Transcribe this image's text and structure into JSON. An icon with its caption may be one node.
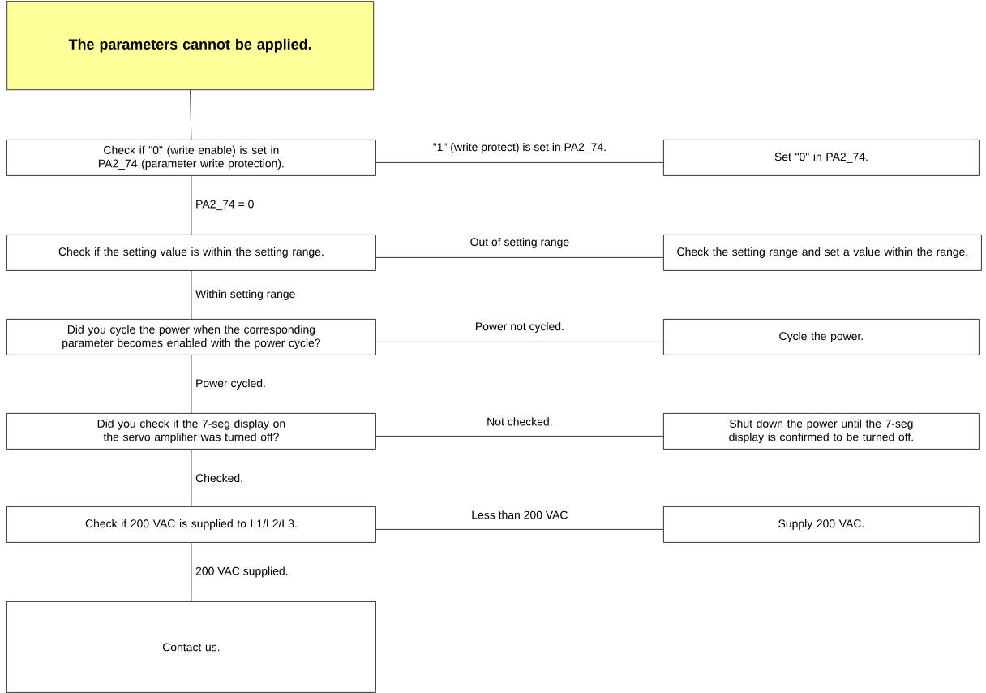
{
  "diagram": {
    "nodes": [
      {
        "text": [
          "The parameters cannot be applied."
        ]
      },
      {
        "text": [
          "Check if \"0\" (write enable) is set in PA2_74 (parameter write protection)."
        ]
      },
      {
        "text": [
          "Set \"0\" in PA2_74."
        ]
      },
      {
        "text": [
          "Check if the setting value is within the setting range."
        ]
      },
      {
        "text": [
          "Check the setting range and set a value within the range."
        ]
      },
      {
        "text": [
          "Did you cycle the power when the corresponding parameter becomes enabled with the power cycle?"
        ]
      },
      {
        "text": [
          "Cycle the power."
        ]
      },
      {
        "text": [
          "Did you check if the 7-seg display on the servo amplifier was turned off?"
        ]
      },
      {
        "text": [
          "Shut down the power until the 7-seg display is confirmed to be turned off."
        ]
      },
      {
        "text": [
          "Check if 200 VAC is supplied to L1/L2/L3."
        ]
      },
      {
        "text": [
          "Supply 200 VAC."
        ]
      },
      {
        "text": [
          "Contact us."
        ]
      }
    ],
    "edges": [
      {
        "from": 0,
        "to": 1,
        "arrow": "none"
      },
      {
        "from": 1,
        "to": 2,
        "arrow": "none",
        "label": "\"1\" (write protect) is set in PA2_74."
      },
      {
        "from": 1,
        "to": 3,
        "arrow": "none",
        "label": "PA2_74 = 0"
      },
      {
        "from": 3,
        "to": 4,
        "arrow": "none",
        "label": "Out of setting range"
      },
      {
        "from": 3,
        "to": 5,
        "arrow": "none",
        "label": "Within setting range"
      },
      {
        "from": 5,
        "to": 6,
        "arrow": "none",
        "label": "Power not cycled."
      },
      {
        "from": 5,
        "to": 7,
        "arrow": "none",
        "label": "Power cycled."
      },
      {
        "from": 7,
        "to": 8,
        "arrow": "none",
        "label": "Not checked."
      },
      {
        "from": 7,
        "to": 9,
        "arrow": "none",
        "label": "Checked."
      },
      {
        "from": 9,
        "to": 10,
        "arrow": "none",
        "label": "Less than 200 VAC"
      },
      {
        "from": 9,
        "to": 11,
        "arrow": "none",
        "label": "200 VAC supplied."
      }
    ]
  }
}
